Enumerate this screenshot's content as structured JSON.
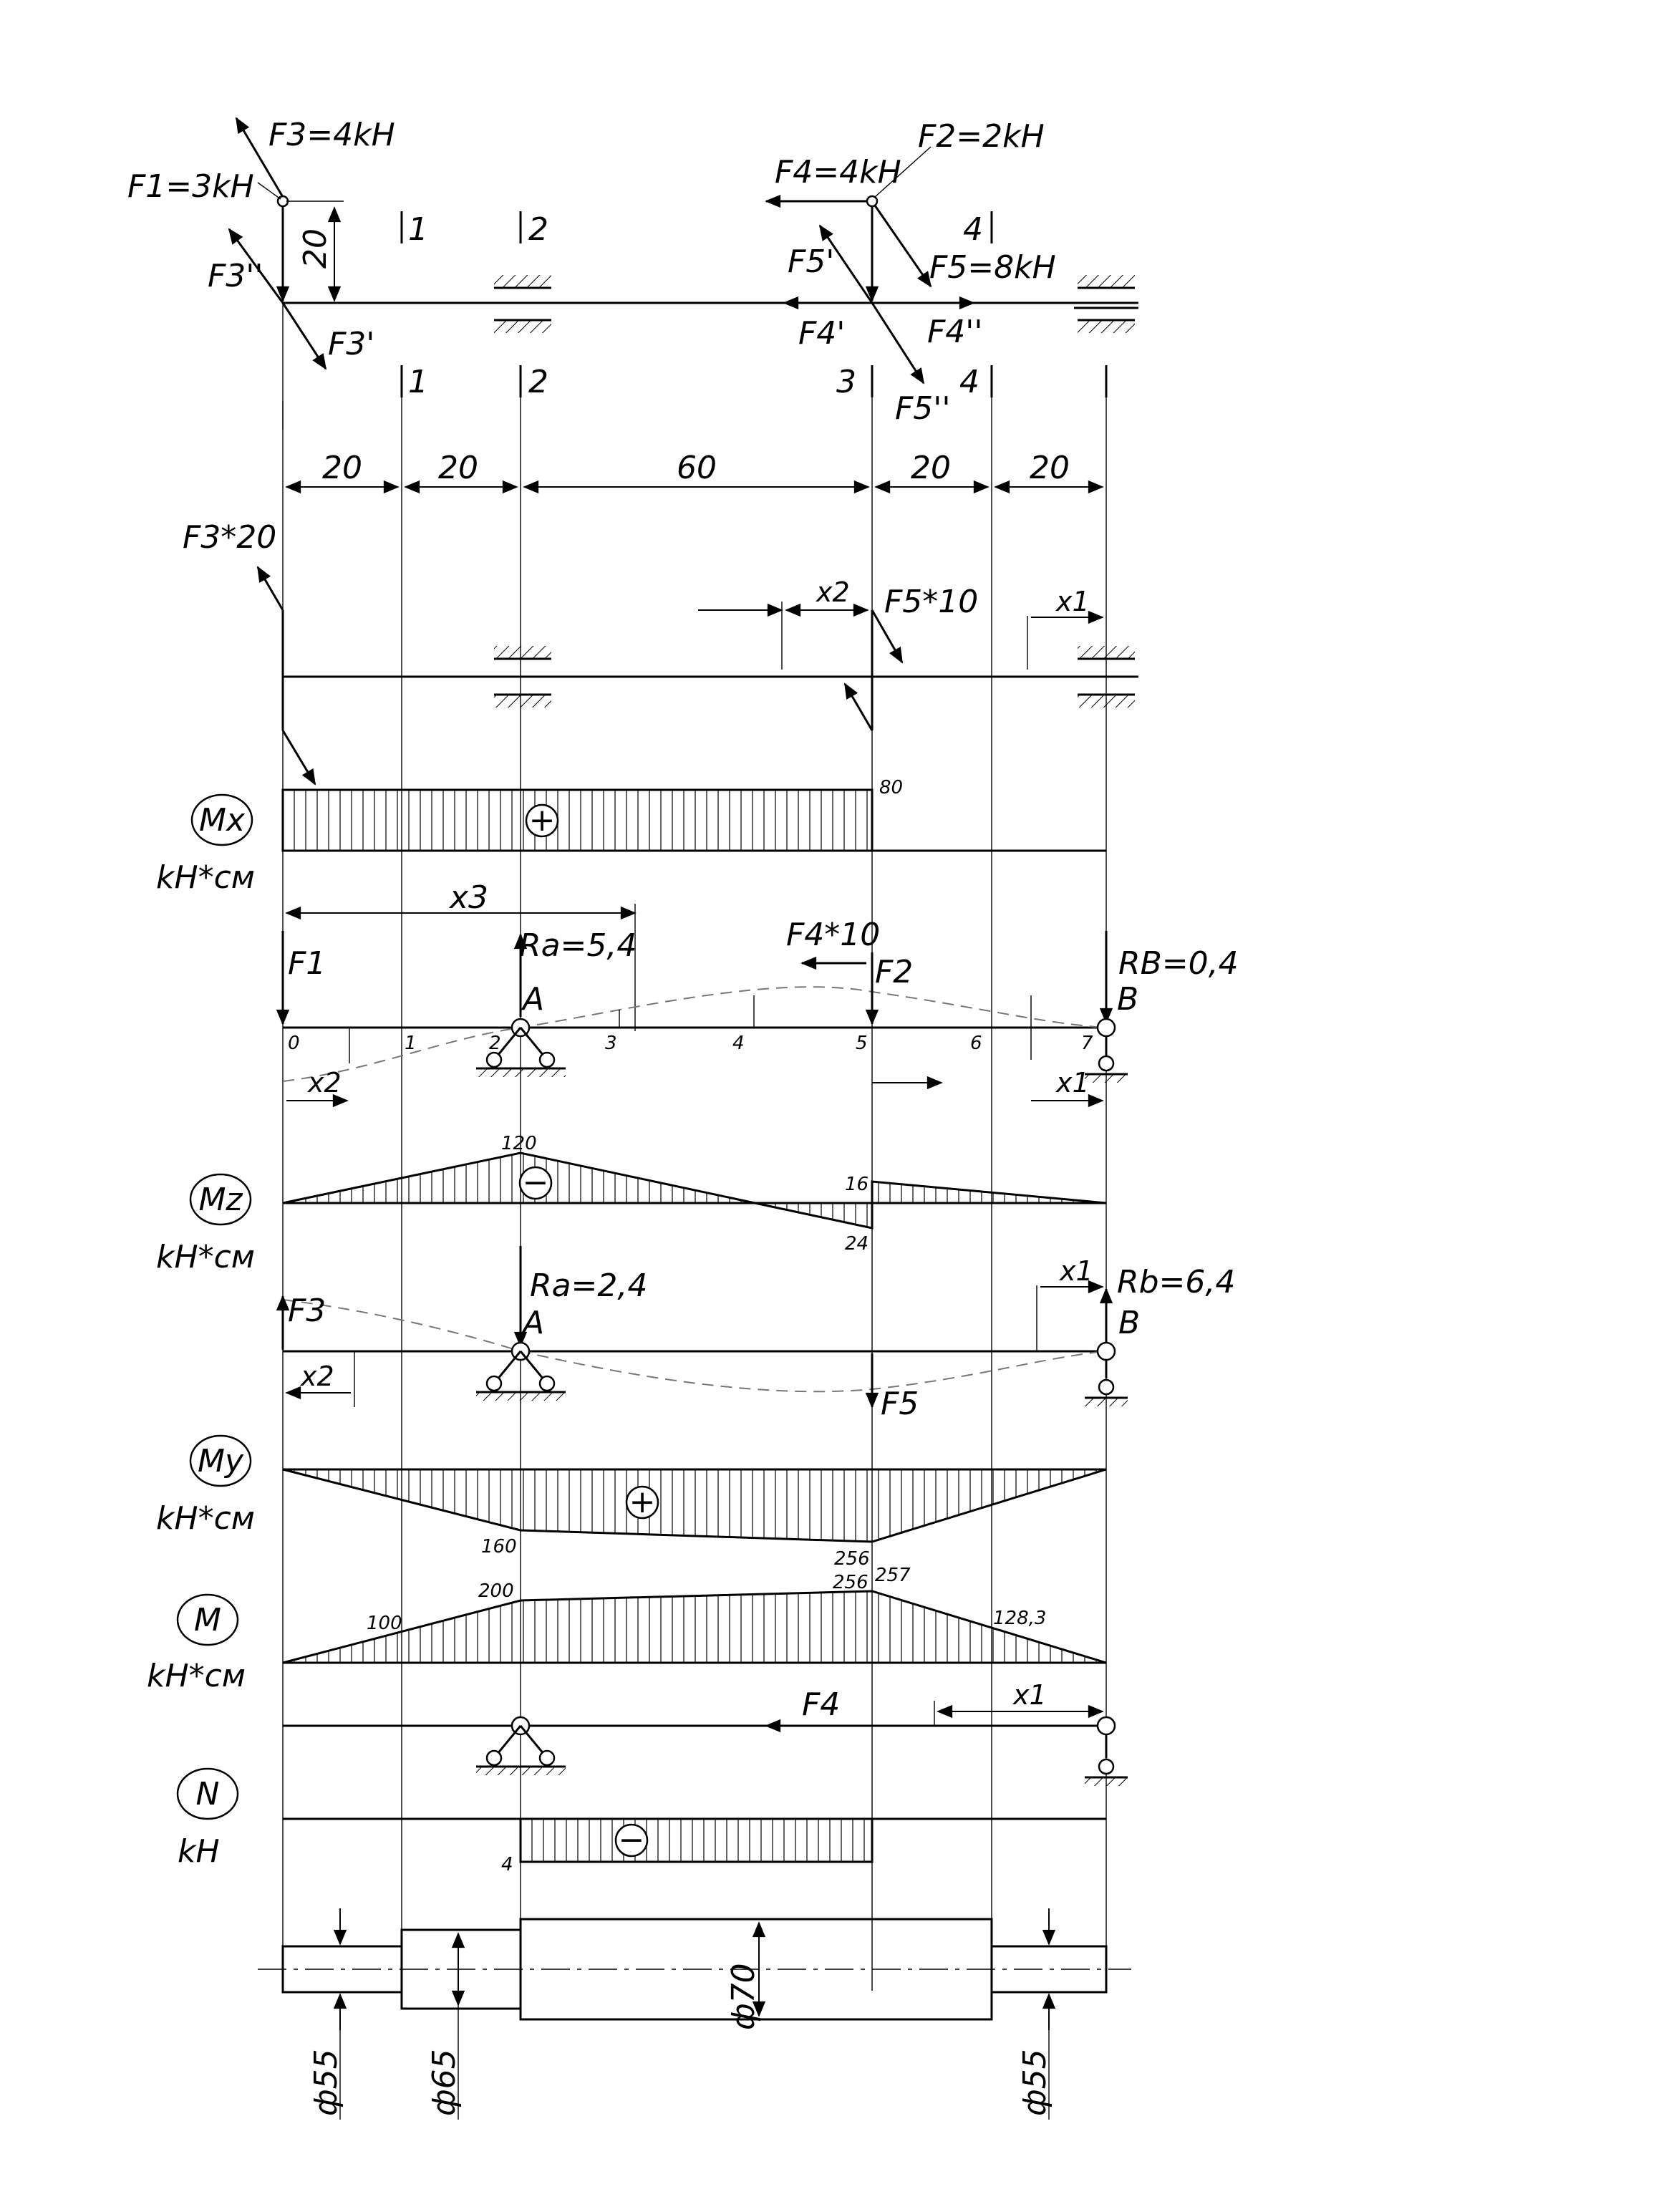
{
  "forces": {
    "f3": "F3=4kH",
    "f1": "F1=3kH",
    "f4": "F4=4kH",
    "f2": "F2=2kH",
    "f5": "F5=8kH",
    "f3pp": "F3''",
    "f3p": "F3'",
    "f5p": "F5'",
    "f4p": "F4'",
    "f4pp": "F4''",
    "f5pp": "F5''",
    "dim_arm": "20"
  },
  "sections": {
    "top": [
      "1",
      "2",
      "4"
    ],
    "bottom": [
      "1",
      "2",
      "3",
      "4"
    ]
  },
  "spans": [
    "20",
    "20",
    "60",
    "20",
    "20"
  ],
  "torsion": {
    "f3_moment": "F3*20",
    "f5_moment": "F5*10",
    "x2": "x2",
    "x1": "x1"
  },
  "mx": {
    "title": "Mx",
    "unit": "kH*см",
    "value": "80",
    "sign": "+"
  },
  "vertical_plane": {
    "x3": "x3",
    "ra": "Ra=5,4",
    "rb": "RB=0,4",
    "f4_moment": "F4*10",
    "f1": "F1",
    "f2": "F2",
    "support_a": "A",
    "support_b": "B",
    "points": [
      "0",
      "1",
      "2",
      "3",
      "4",
      "5",
      "6",
      "7"
    ],
    "x2": "x2",
    "x1": "x1"
  },
  "mz": {
    "title": "Mz",
    "unit": "kH*см",
    "values": [
      "120",
      "16",
      "24"
    ],
    "sign": "−"
  },
  "horizontal_plane": {
    "ra": "Ra=2,4",
    "rb": "Rb=6,4",
    "f3": "F3",
    "f5": "F5",
    "support_a": "A",
    "support_b": "B",
    "x1": "x1",
    "x2": "x2"
  },
  "my": {
    "title": "My",
    "unit": "kH*см",
    "values": [
      "160",
      "256"
    ],
    "sign": "+"
  },
  "m_total": {
    "title": "M",
    "unit": "kH*см",
    "values": [
      "100",
      "200",
      "256",
      "257",
      "128,3"
    ]
  },
  "axial": {
    "f4": "F4",
    "x1": "x1"
  },
  "n": {
    "title": "N",
    "unit": "kH",
    "value": "4",
    "sign": "−"
  },
  "shaft": {
    "d1": "ф55",
    "d2": "ф65",
    "d3": "ф70",
    "d4": "ф55"
  },
  "colors": {
    "ink": "#000000",
    "paper": "#ffffff",
    "deflection": "#777777"
  }
}
